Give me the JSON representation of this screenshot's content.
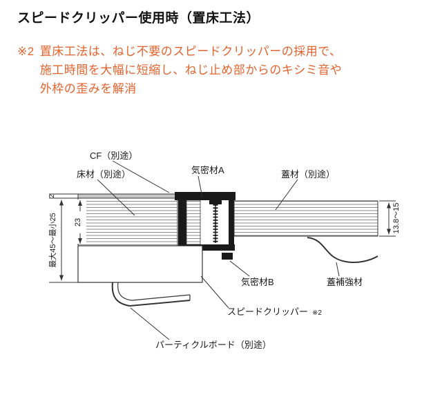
{
  "page": {
    "title": "スピードクリッパー使用時（置床工法）",
    "note_marker": "※2",
    "note_lines": [
      "置床工法は、ねじ不要のスピードクリッパーの採用で、",
      "施工時間を大幅に短縮し、ねじ止め部からのキシミ音や",
      "外枠の歪みを解消"
    ],
    "note_color": "#e4632d"
  },
  "diagram": {
    "labels": {
      "cf": "CF（別途）",
      "floor": "床材（別途）",
      "seal_a": "気密材A",
      "lid": "蓋材（別途）",
      "seal_b": "気密材B",
      "lid_reinforce": "蓋補強材",
      "clipper": "スピードクリッパー",
      "clipper_ref": "※2",
      "particle_board": "パーティクルボード（別途）"
    },
    "dimensions": {
      "left_range": "最大45～最小25",
      "top_thickness": "2",
      "floor_thickness": "23",
      "right_range": "13.8～15"
    }
  }
}
